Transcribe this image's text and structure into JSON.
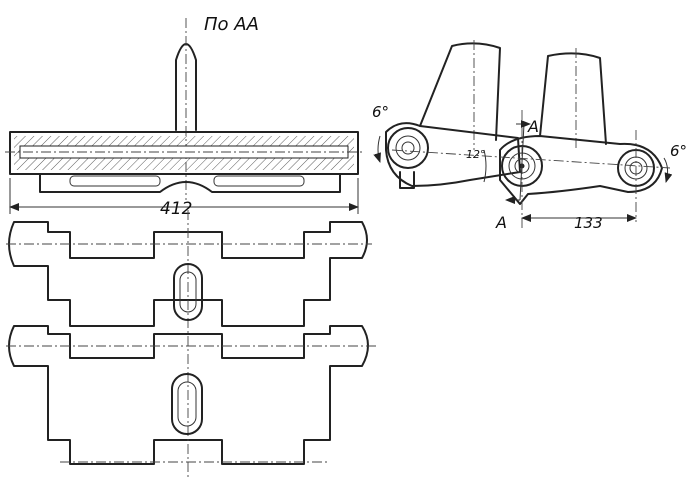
{
  "section_label": "По АА",
  "dims": {
    "width": "412",
    "pitch": "133",
    "angle_left": "6°",
    "angle_right": "6°",
    "angle_mid": "12°"
  },
  "section_marks": {
    "top": "А",
    "bottom": "А"
  }
}
